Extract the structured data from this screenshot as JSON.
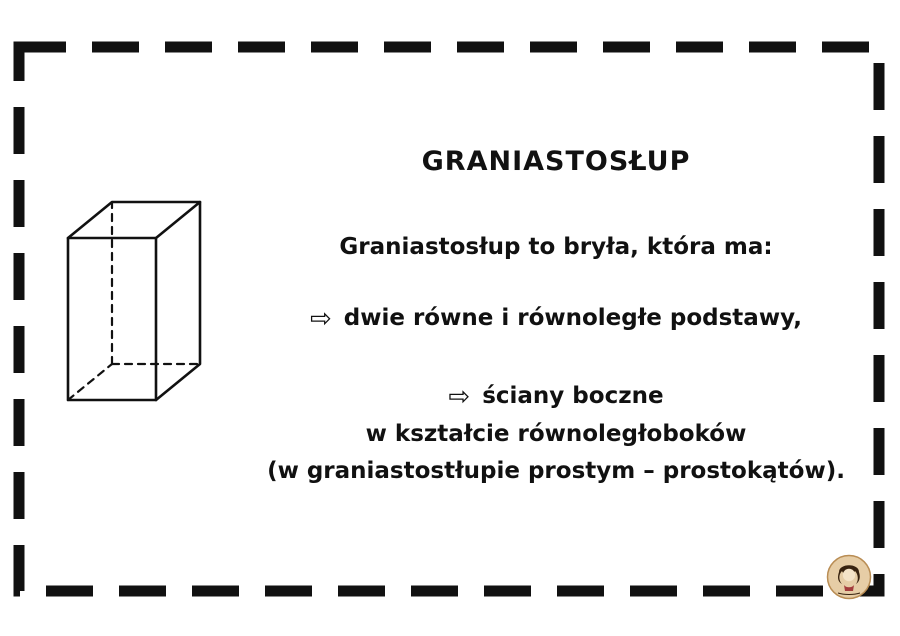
{
  "content": {
    "title": "GRANIASTOSŁUP",
    "intro": "Graniastosłup to bryła, która ma:",
    "arrow_glyph": "⇨",
    "bullets": [
      {
        "lines": [
          "dwie równe i równoległe podstawy,"
        ]
      },
      {
        "lines": [
          "ściany boczne",
          "w kształcie równoległoboków",
          "(w graniastostłupie prostym – prostokątów)."
        ]
      }
    ]
  },
  "icons": {
    "diagram": "prism-wireframe",
    "logo": "round-brand-stamp"
  },
  "colors": {
    "background": "#ffffff",
    "ink": "#111111",
    "logo_base": "#e6cda6",
    "logo_dark": "#37220f"
  }
}
